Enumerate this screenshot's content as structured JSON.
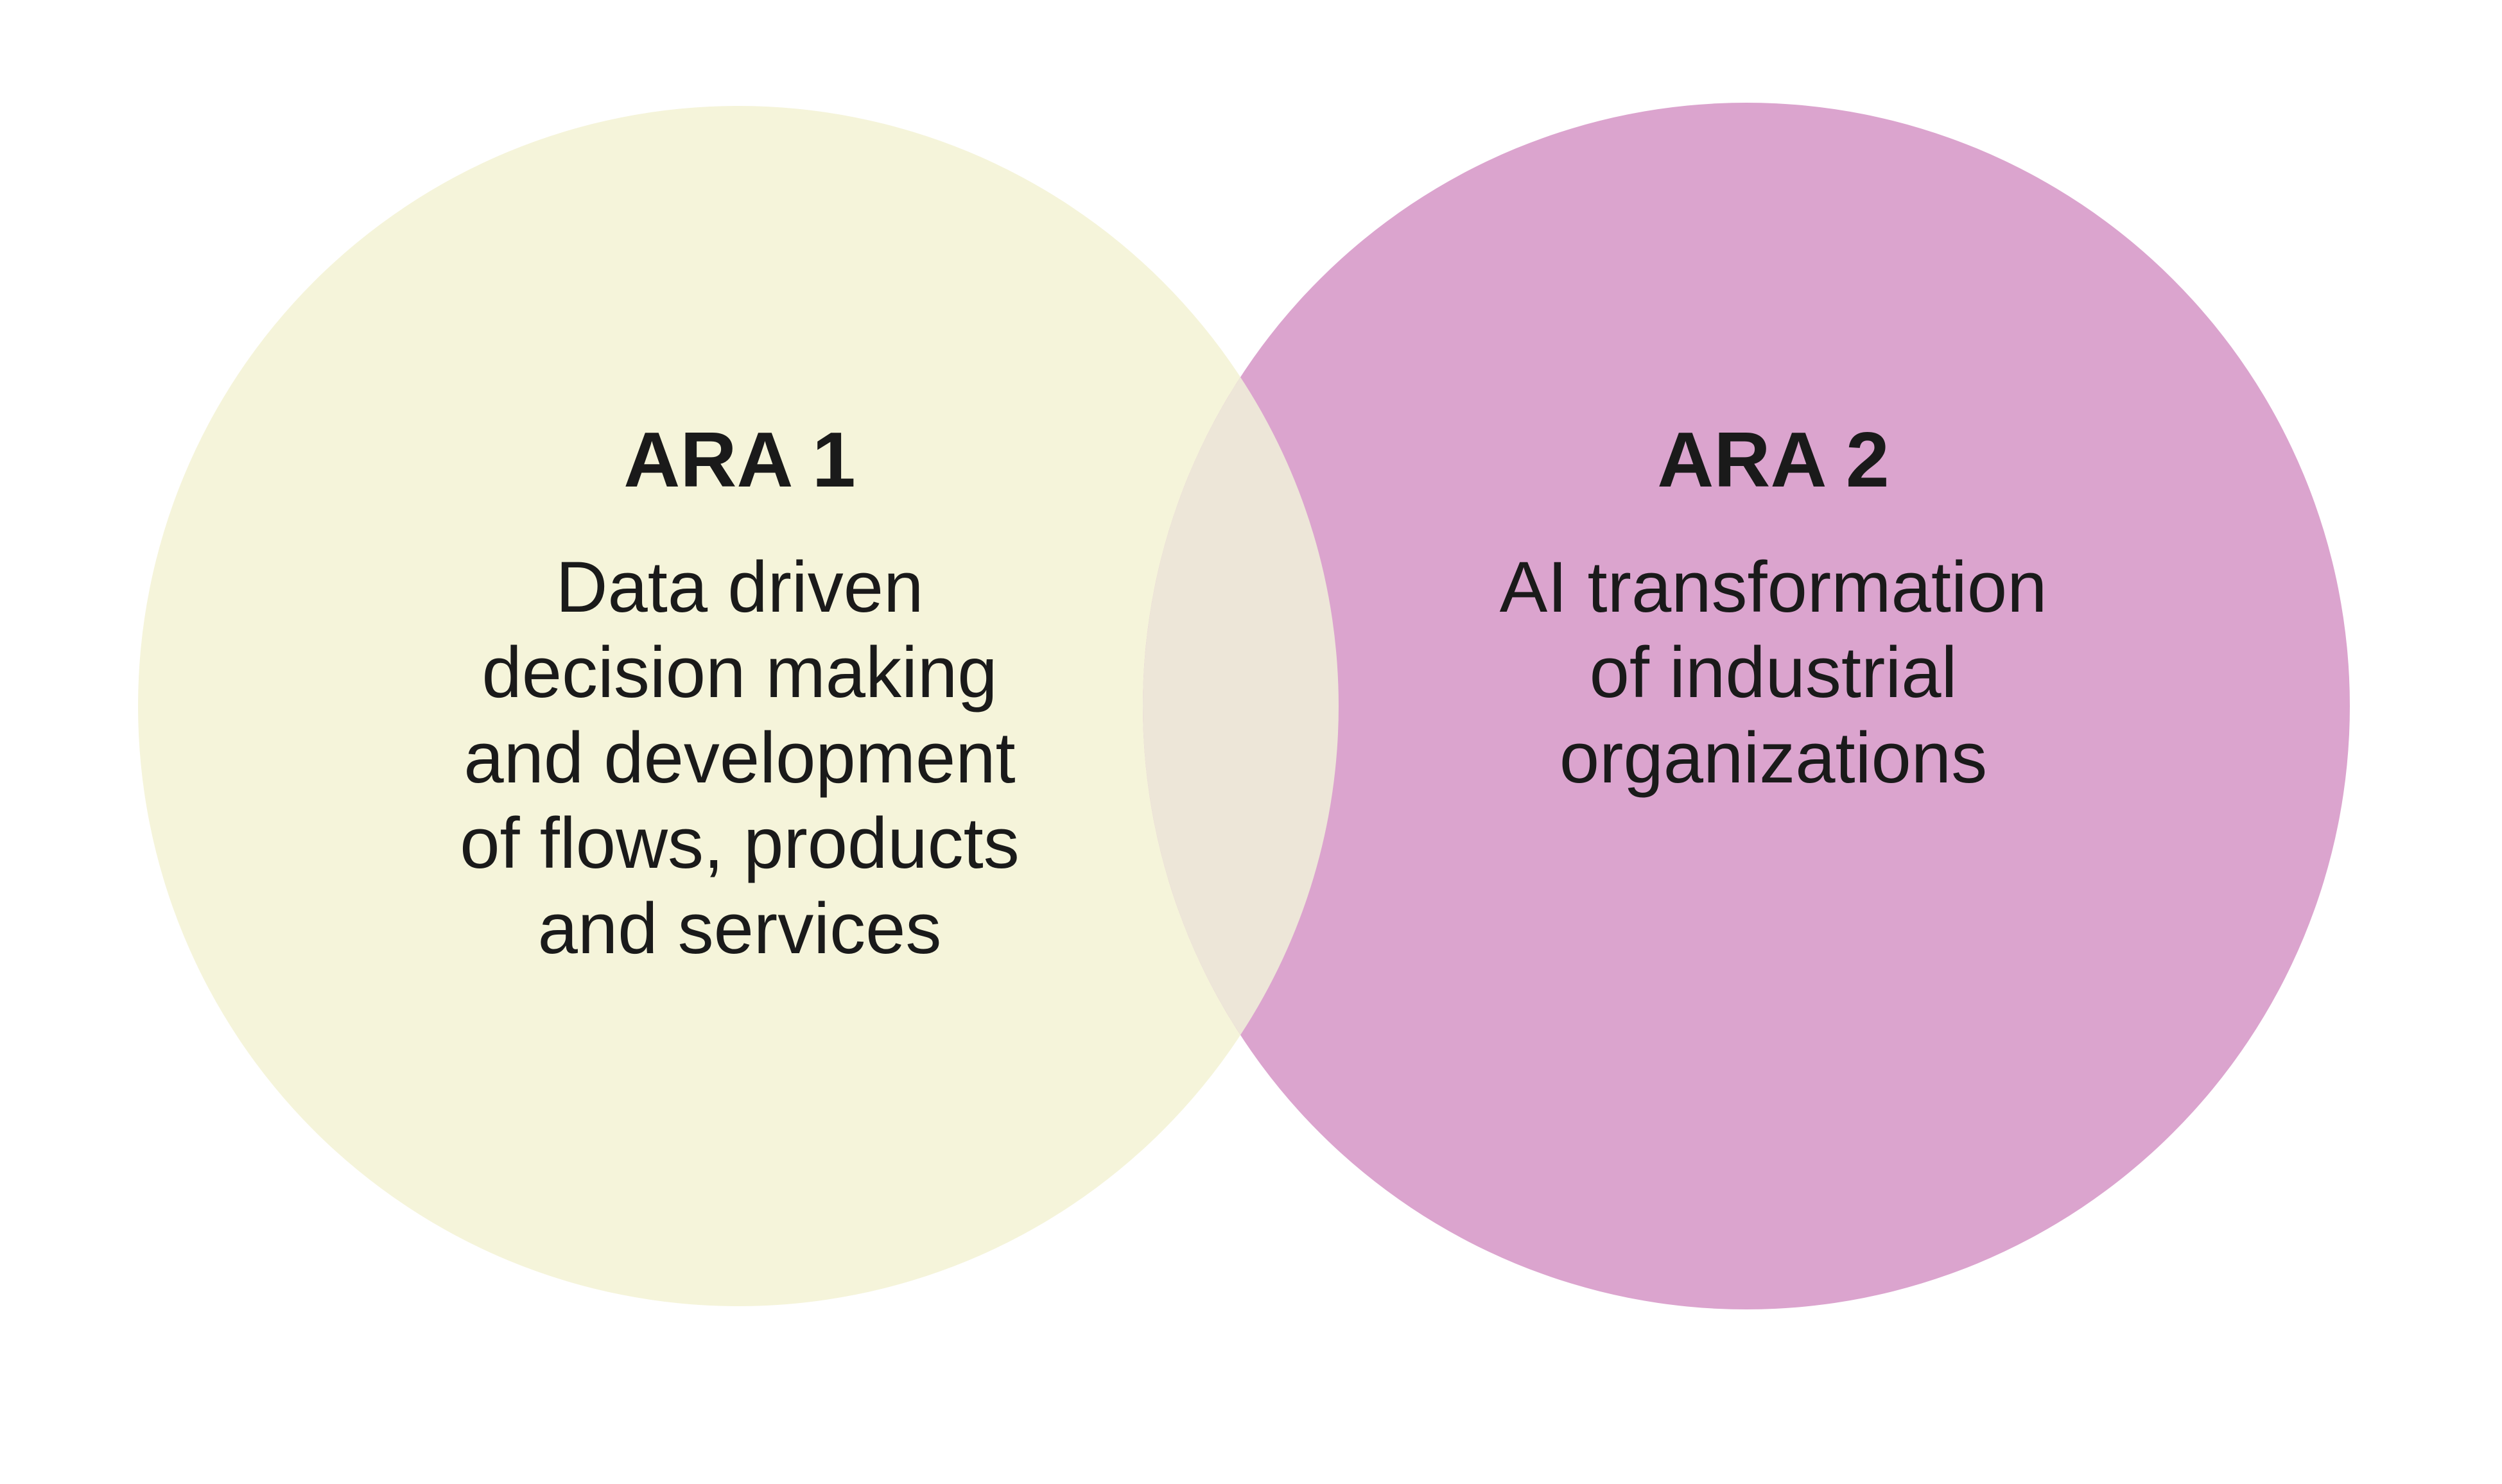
{
  "diagram": {
    "type": "venn",
    "background_color": "#ffffff",
    "text_color": "#1a1a1a",
    "left_set": {
      "title": "ARA 1",
      "body_lines": [
        "Data driven",
        "decision making",
        "and development",
        "of flows, products",
        "and services"
      ],
      "color": "#f5f4da"
    },
    "right_set": {
      "title": "ARA 2",
      "body_lines": [
        "AI transformation",
        "of industrial",
        "organizations"
      ],
      "color": "#dba4ce"
    },
    "overlap": {
      "color": "#ede6d8"
    }
  }
}
